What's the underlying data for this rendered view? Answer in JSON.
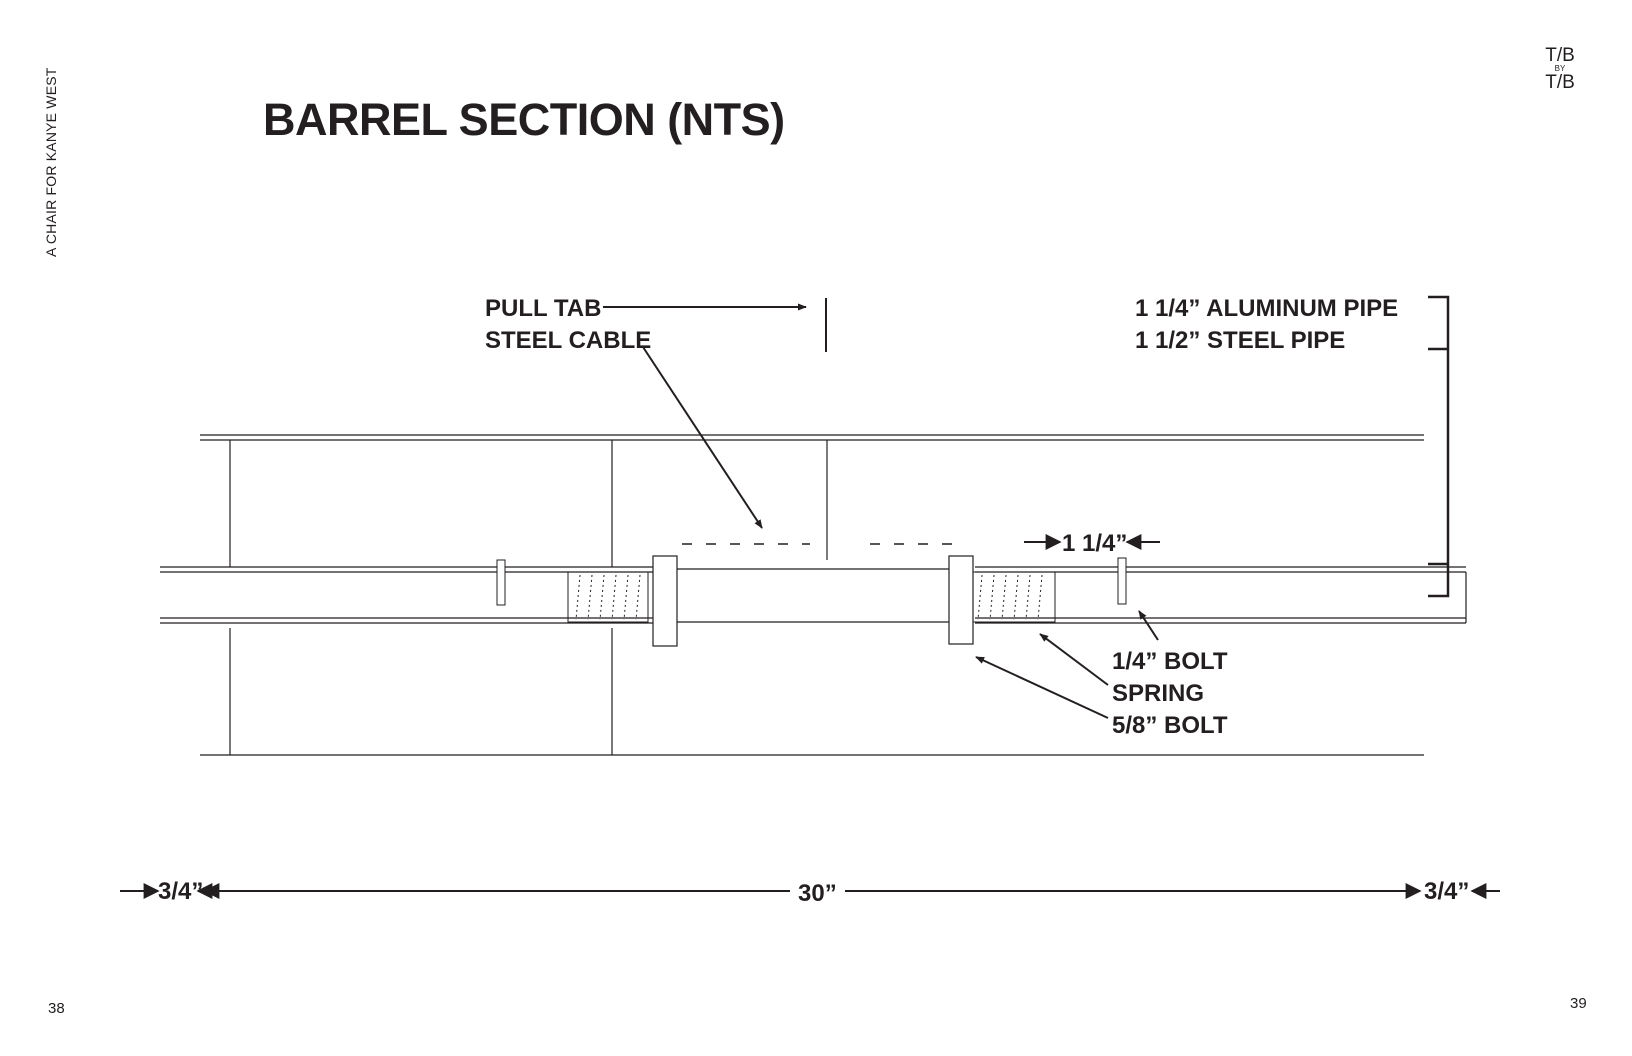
{
  "side_label": "A CHAIR FOR KANYE WEST",
  "title": "BARREL SECTION (NTS)",
  "logo": {
    "top": "T/B",
    "middle": "BY",
    "bottom": "T/B"
  },
  "labels": {
    "pull_tab": "PULL TAB",
    "steel_cable": "STEEL CABLE",
    "aluminum_pipe": "1 1/4” ALUMINUM PIPE",
    "steel_pipe": "1 1/2” STEEL PIPE",
    "bolt_quarter": "1/4” BOLT",
    "spring": "SPRING",
    "bolt_five_eighths": "5/8” BOLT",
    "gap_dimension": "1 1/4”"
  },
  "dimensions": {
    "left_end": "3/4”",
    "overall": "30”",
    "right_end": "3/4”"
  },
  "page_numbers": {
    "left": "38",
    "right": "39"
  },
  "colors": {
    "ink": "#231f20",
    "paper": "#ffffff"
  }
}
